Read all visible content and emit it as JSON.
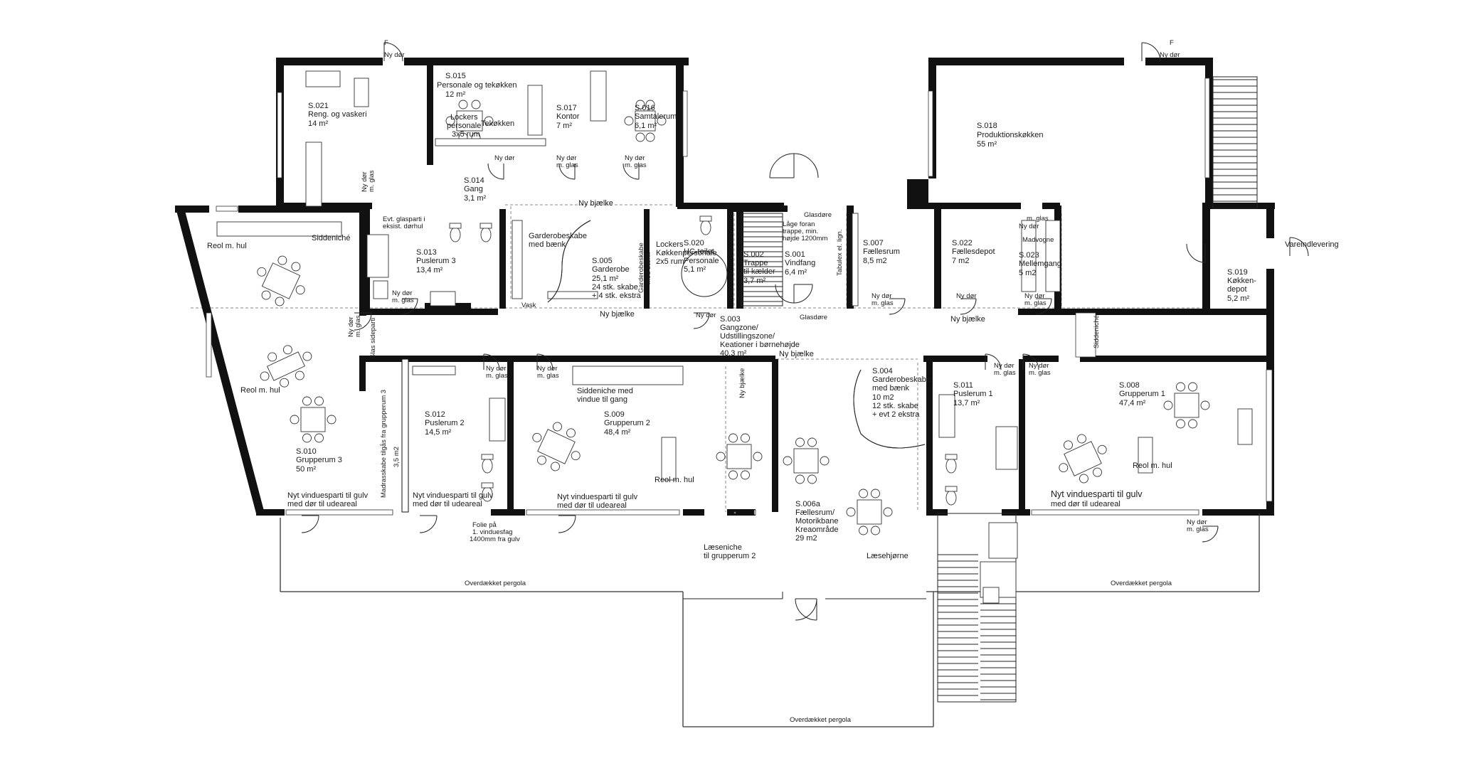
{
  "rooms": {
    "s021": [
      "S.021",
      "Reng. og vaskeri",
      "14 m²"
    ],
    "s015": [
      "S.015",
      "Personale og tekøkken",
      "12 m²"
    ],
    "s017": [
      "S.017",
      "Kontor",
      "7 m²"
    ],
    "s016": [
      "S.016",
      "Samtalerum",
      "6,1 m²"
    ],
    "s014": [
      "S.014",
      "Gang",
      "3,1 m²"
    ],
    "s018": [
      "S.018",
      "Produktionskøkken",
      "55 m²"
    ],
    "s013": [
      "S.013",
      "Puslerum 3",
      "13,4 m²"
    ],
    "s005": [
      "S.005",
      "Garderobe",
      "25,1 m²",
      "24 stk. skabe",
      "+ 4 stk. ekstra"
    ],
    "s020": [
      "S.020",
      "HC-toilet",
      "Personale",
      "5,1 m²"
    ],
    "s002": [
      "S.002",
      "Trappe",
      "til kælder",
      "3,7 m²"
    ],
    "s001": [
      "S.001",
      "Vindfang",
      "6,4 m²"
    ],
    "s007": [
      "S.007",
      "Fællesrum",
      "8,5 m2"
    ],
    "s022": [
      "S.022",
      "Fællesdepot",
      "7 m2"
    ],
    "s023": [
      "S.023",
      "Mellemgang",
      "5 m2"
    ],
    "s019": [
      "S.019",
      "Køkken-",
      "depot",
      "5,2 m²"
    ],
    "s003": [
      "S.003",
      "Gangzone/",
      "Udstillingszone/",
      "Keationer i børnehøjde",
      "40,3 m²"
    ],
    "s004": [
      "S.004",
      "Garderobeskabe",
      "med bænk",
      "10 m2",
      "12 stk. skabe",
      "+ evt 2 ekstra"
    ],
    "s011": [
      "S.011",
      "Puslerum 1",
      "13,7 m²"
    ],
    "s008": [
      "S.008",
      "Grupperum 1",
      "47,4 m²"
    ],
    "s012": [
      "S.012",
      "Puslerum 2",
      "14,5 m²"
    ],
    "s009": [
      "S.009",
      "Grupperum 2",
      "48,4 m²"
    ],
    "s010": [
      "S.010",
      "Grupperum 3",
      "50 m²"
    ],
    "s006a": [
      "S.006a",
      "Fællesrum/",
      "Motorikbane",
      "Kreaområde",
      "29 m2"
    ]
  },
  "notes": {
    "ny_dor": "Ny dør",
    "ny_dor_glas": [
      "Ny dør",
      "m. glas"
    ],
    "f": "F",
    "tekokken": "Tekøkken",
    "lockers1": [
      "Lockers",
      "personale",
      "3x5 rum"
    ],
    "lockers2": [
      "Lockers",
      "Køkkenpersonale",
      "2x5 rum"
    ],
    "ny_bjaelke": "Ny bjælke",
    "garderobeskabe_baenk": [
      "Garderobeskabe",
      "med bænk"
    ],
    "garderobeskabe_vert": [
      "Garderobeskabe",
      "med bænk"
    ],
    "glasdore": "Glasdøre",
    "lage": [
      "Låge foran",
      "trappe, min.",
      "højde 1200mm"
    ],
    "tabulex": "Tabulex el. lign.",
    "madvogne": "Madvogne",
    "vareindlevering": "Vareindlevering",
    "reol_hul": "Reol m. hul",
    "siddeniche": "Siddeniché",
    "evt_glasparti": [
      "Evt. glasparti i",
      "eksist. dørhul"
    ],
    "vask": "Vask",
    "glas_sideparti": "Glas sideparti",
    "siddeniche_vindue": [
      "Siddeniche med",
      "vindue til gang"
    ],
    "madrasskabe": "Madrasskabe tilgås fra grupperum 3",
    "dim_35": "3,5 m2",
    "nyt_vindue": [
      "Nyt vinduesparti til gulv",
      "med dør til udeareal"
    ],
    "nyt_vindue_big": "Nyt vinduesparti til gulv",
    "med_dor": "med dør til udeareal",
    "folie": [
      "Folie på",
      "1. vinduesfag",
      "1400mm fra gulv"
    ],
    "laeseniche": [
      "Læseniche",
      "til grupperum 2"
    ],
    "laesehjorne": "Læsehjørne",
    "pergola": "Overdækket pergola"
  }
}
